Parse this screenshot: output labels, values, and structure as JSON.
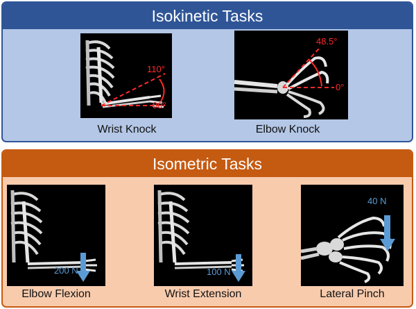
{
  "isokinetic": {
    "title": "Isokinetic Tasks",
    "tasks": [
      {
        "caption": "Wrist Knock",
        "angles": [
          "110°",
          "90°"
        ]
      },
      {
        "caption": "Elbow Knock",
        "angles": [
          "48.5°",
          "0°"
        ]
      }
    ]
  },
  "isometric": {
    "title": "Isometric Tasks",
    "tasks": [
      {
        "caption": "Elbow Flexion",
        "force": "200 N"
      },
      {
        "caption": "Wrist Extension",
        "force": "100 N"
      },
      {
        "caption": "Lateral Pinch",
        "force": "40 N"
      }
    ]
  },
  "colors": {
    "isokinetic_band": "#2f5597",
    "isokinetic_fill": "#b4c7e7",
    "isometric_band": "#c55a11",
    "isometric_fill": "#f8cbad",
    "angle_annotation": "#ff2a2a",
    "force_arrow": "#5b9bd5"
  }
}
